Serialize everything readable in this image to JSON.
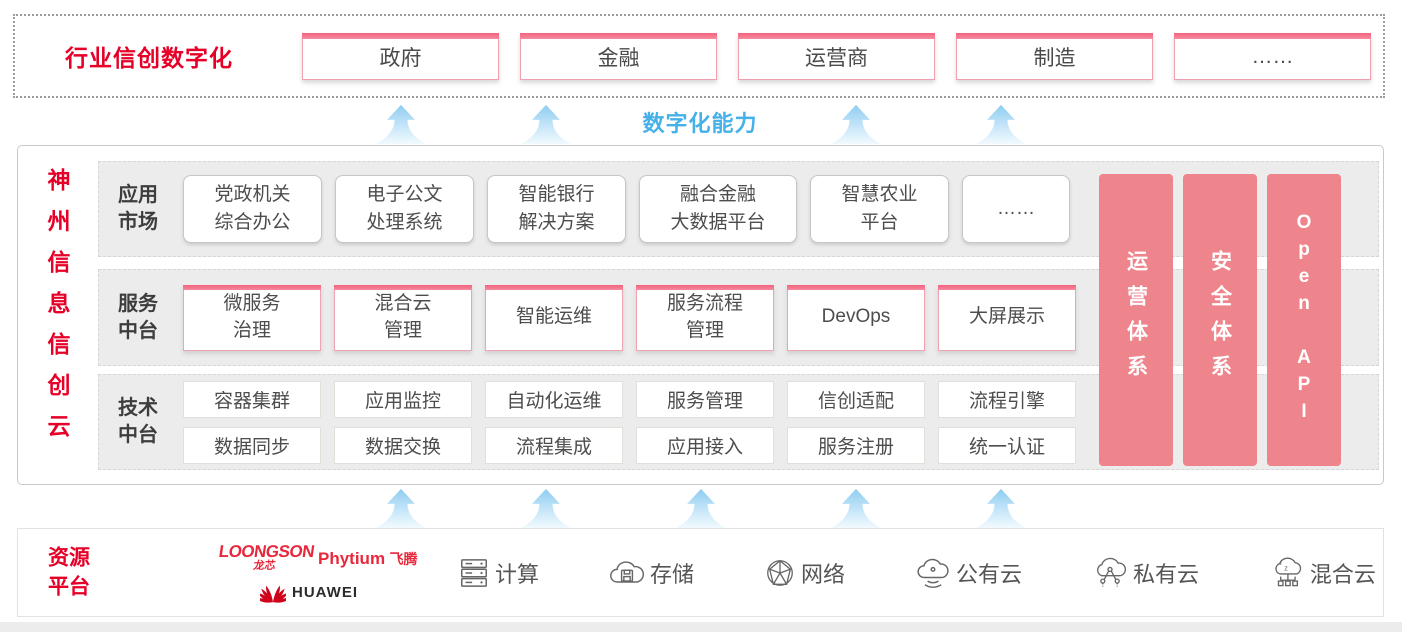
{
  "colors": {
    "brand_red": "#e60027",
    "pink_header": "#f2637c",
    "pillar_salmon": "#ee858c",
    "capability_blue": "#45b1e8",
    "arrow_blue": "#a8d8f4"
  },
  "top": {
    "label": "行业信创数字化",
    "industries": [
      "政府",
      "金融",
      "运营商",
      "制造",
      "……"
    ]
  },
  "capability_label": "数字化能力",
  "platform": {
    "title": "神州信息信创云",
    "app_row": {
      "label": "应用\n市场",
      "items": [
        "党政机关\n综合办公",
        "电子公文\n处理系统",
        "智能银行\n解决方案",
        "融合金融\n大数据平台",
        "智慧农业\n平台",
        "……"
      ]
    },
    "service_row": {
      "label": "服务\n中台",
      "items": [
        "微服务\n治理",
        "混合云\n管理",
        "智能运维",
        "服务流程\n管理",
        "DevOps",
        "大屏展示"
      ]
    },
    "tech_row": {
      "label": "技术\n中台",
      "grid": [
        [
          "容器集群",
          "应用监控",
          "自动化运维",
          "服务管理",
          "信创适配",
          "流程引擎"
        ],
        [
          "数据同步",
          "数据交换",
          "流程集成",
          "应用接入",
          "服务注册",
          "统一认证"
        ]
      ]
    },
    "pillars": [
      "运营体系",
      "安全体系",
      "Open API"
    ]
  },
  "resources": {
    "label": "资源\n平台",
    "vendors": [
      {
        "name": "LOONGSON",
        "sub": "龙芯"
      },
      {
        "name": "Phytium",
        "sub": "飞腾"
      },
      {
        "name": "HUAWEI"
      }
    ],
    "items": [
      {
        "icon": "server-icon",
        "label": "计算"
      },
      {
        "icon": "storage-cloud-icon",
        "label": "存储"
      },
      {
        "icon": "network-globe-icon",
        "label": "网络"
      },
      {
        "icon": "public-cloud-icon",
        "label": "公有云"
      },
      {
        "icon": "private-cloud-icon",
        "label": "私有云"
      },
      {
        "icon": "hybrid-cloud-icon",
        "label": "混合云"
      }
    ]
  }
}
